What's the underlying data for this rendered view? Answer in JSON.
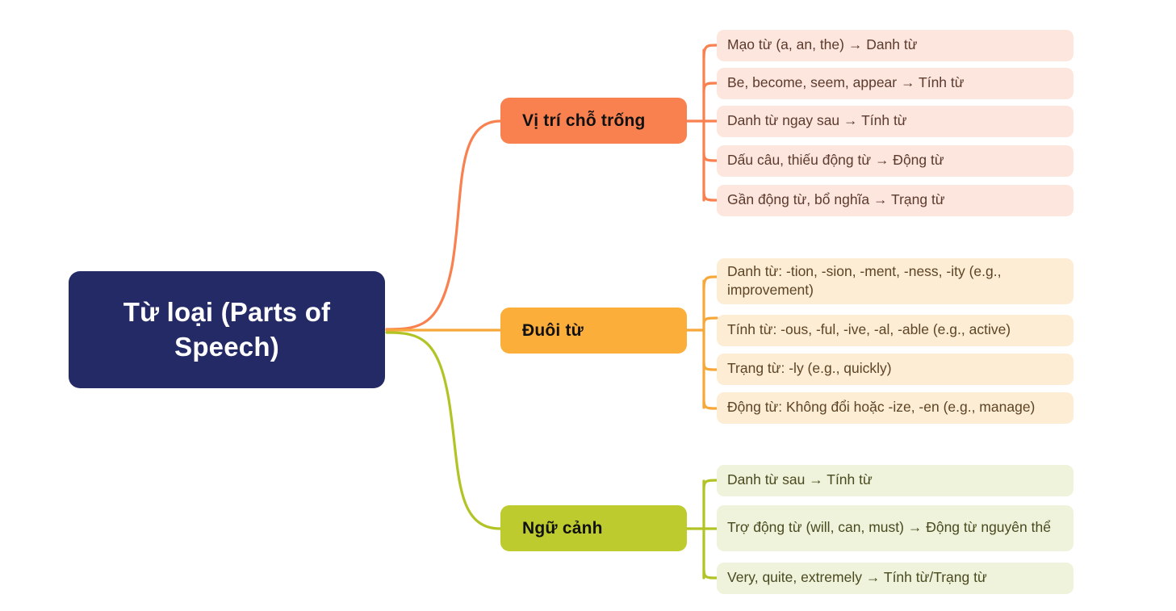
{
  "diagram": {
    "type": "mindmap",
    "root": {
      "label": "Từ loại (Parts of Speech)",
      "fill": "#232A66",
      "text_color": "#FFFFFF"
    },
    "branches": [
      {
        "label": "Vị trí chỗ trống",
        "fill": "#F9804F",
        "connector_color": "#F9804F",
        "leaf_fill": "#FDE6DD",
        "leaf_text_color": "#5C3A2E",
        "leaves": [
          {
            "label": "Mạo từ (a, an, the) → Danh từ"
          },
          {
            "label": "Be, become, seem, appear → Tính từ"
          },
          {
            "label": "Danh từ ngay sau → Tính từ"
          },
          {
            "label": "Dấu câu, thiếu động từ → Động từ"
          },
          {
            "label": "Gần động từ, bổ nghĩa → Trạng từ"
          }
        ]
      },
      {
        "label": "Đuôi từ",
        "fill": "#FCAE3B",
        "connector_color": "#F7A83A",
        "leaf_fill": "#FEEDD5",
        "leaf_text_color": "#5C4424",
        "leaves": [
          {
            "label": "Danh từ: -tion, -sion, -ment, -ness, -ity (e.g., improvement)"
          },
          {
            "label": "Tính từ: -ous, -ful, -ive, -al, -able (e.g., active)"
          },
          {
            "label": "Trạng từ: -ly (e.g., quickly)"
          },
          {
            "label": "Động từ: Không đổi hoặc -ize, -en (e.g., manage)"
          }
        ]
      },
      {
        "label": "Ngữ cảnh",
        "fill": "#BDCB2E",
        "connector_color": "#B2C425",
        "leaf_fill": "#EFF3DB",
        "leaf_text_color": "#4A4A20",
        "leaves": [
          {
            "label": "Danh từ sau → Tính từ"
          },
          {
            "label": "Trợ động từ (will, can, must) → Động từ nguyên thể"
          },
          {
            "label": "Very, quite, extremely → Tính từ/Trạng từ"
          }
        ]
      }
    ]
  }
}
